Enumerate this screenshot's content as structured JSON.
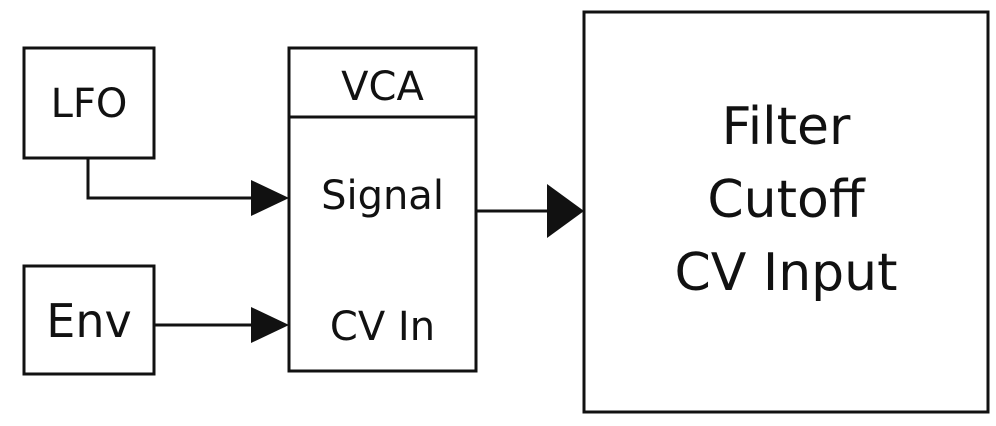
{
  "blocks": {
    "lfo": "LFO",
    "env": "Env",
    "vca_title": "VCA",
    "vca_signal": "Signal",
    "vca_cv_in": "CV In",
    "filter_line1": "Filter",
    "filter_line2": "Cutoff",
    "filter_line3": "CV Input"
  },
  "colors": {
    "stroke": "#111111",
    "background": "#ffffff"
  }
}
